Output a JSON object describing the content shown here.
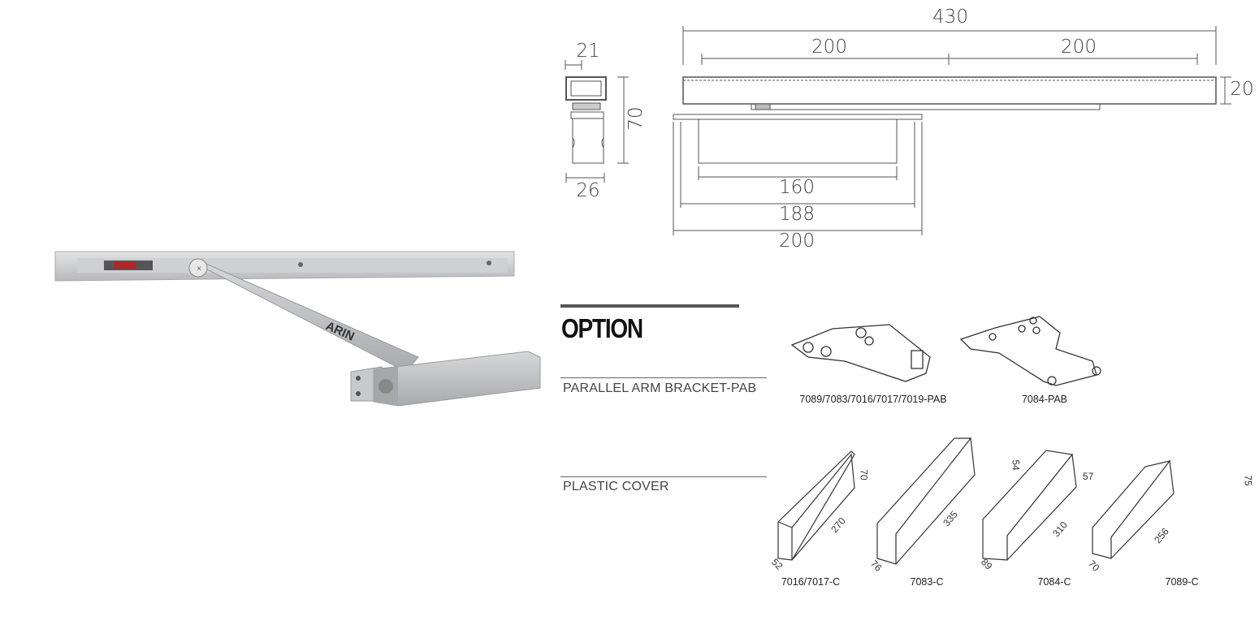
{
  "product_photo": {
    "brand": "ARIN"
  },
  "drawing": {
    "overall_length": "430",
    "slot_left": "200",
    "slot_right": "200",
    "rail_height": "20",
    "side_width_top": "21",
    "side_height": "70",
    "side_width_bottom": "26",
    "body_inner": "160",
    "body_mid": "188",
    "body_outer": "200"
  },
  "option": {
    "title": "OPTION",
    "bracket_section": "PARALLEL ARM BRACKET-PAB",
    "brackets": [
      {
        "label": "7089/7083/7016/7017/7019-PAB"
      },
      {
        "label": "7084-PAB"
      }
    ],
    "cover_section": "PLASTIC COVER",
    "covers": [
      {
        "label": "7016/7017-C",
        "width": "52",
        "length": "270",
        "height": "70"
      },
      {
        "label": "7083-C",
        "width": "76",
        "length": "335",
        "height": "54"
      },
      {
        "label": "7084-C",
        "width": "89",
        "length": "310",
        "height": "57"
      },
      {
        "label": "7089-C",
        "width": "70",
        "length": "256",
        "height": "75"
      }
    ]
  }
}
